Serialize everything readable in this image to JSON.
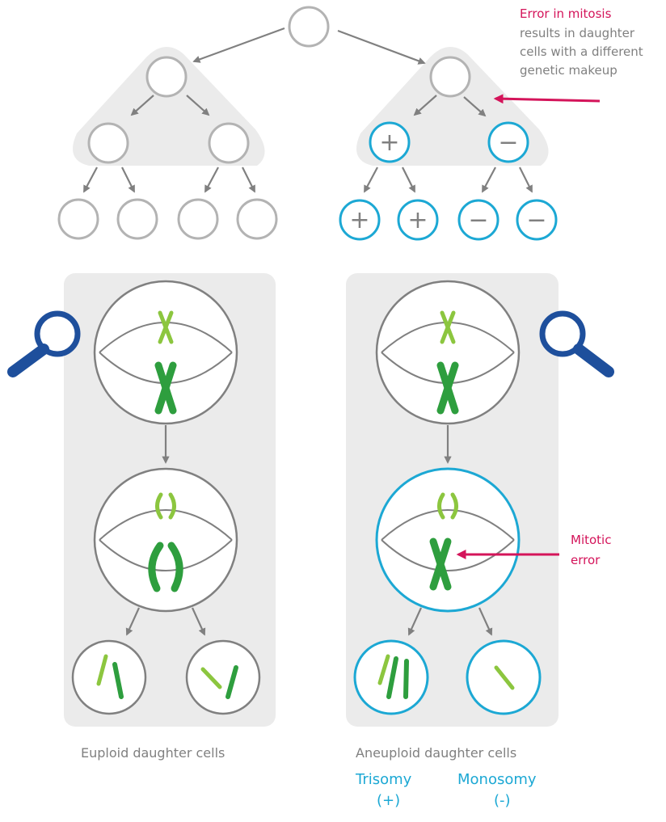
{
  "annotation_top": {
    "heading": "Error in mitosis",
    "line1": "results in daughter",
    "line2": "cells with a different",
    "line3": "genetic makeup"
  },
  "annotation_mid": {
    "line1": "Mitotic",
    "line2": "error"
  },
  "captions": {
    "euploid": "Euploid daughter cells",
    "aneuploid": "Aneuploid daughter cells",
    "trisomy": "Trisomy",
    "trisomy_sign": "(+)",
    "monosomy": "Monosomy",
    "monosomy_sign": "(-)"
  },
  "symbols": {
    "plus": "+",
    "minus": "−"
  },
  "colors": {
    "normal_cell": "#b3b3b3",
    "aneuploid_cell": "#1ca8d4",
    "arrow": "#808080",
    "panel_bg": "#ebebeb",
    "magnifier": "#1e4f9c",
    "error_arrow": "#d4145a",
    "chromosome_light": "#8cc63f",
    "chromosome_dark": "#2e9e3e"
  }
}
